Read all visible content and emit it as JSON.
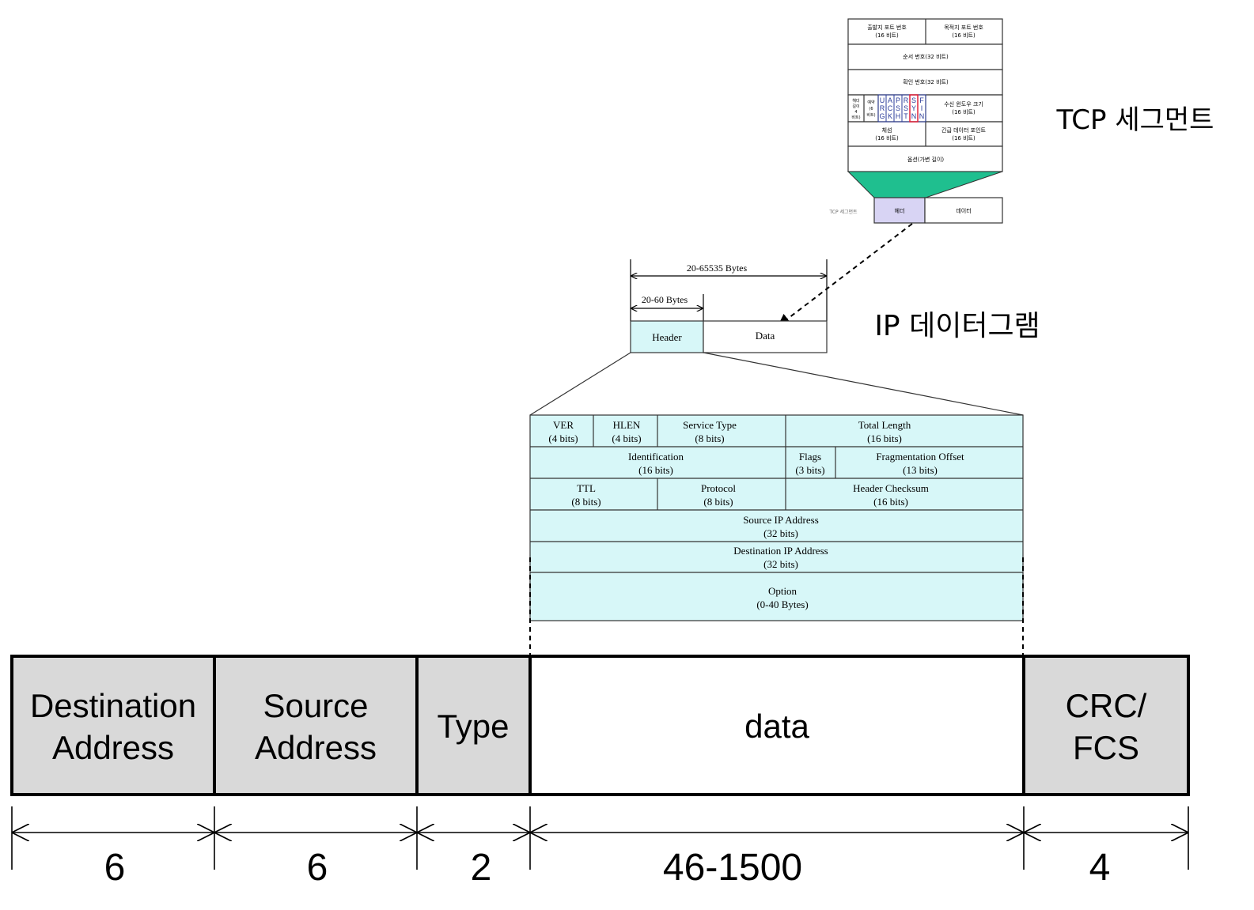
{
  "tcp": {
    "title": "TCP 세그먼트",
    "rows": [
      [
        "출발지 포트 번호",
        "(16 비트)",
        "목적지 포트 번호",
        "(16 비트)"
      ],
      [
        "순서 번호(32 비트)"
      ],
      [
        "확인 번호(32 비트)"
      ]
    ],
    "offset_cells": [
      "헤더",
      "길이",
      "4",
      "비트)"
    ],
    "reserved_cells": [
      "예약",
      "(6",
      "비트)"
    ],
    "flags": [
      "URG",
      "ACK",
      "PSH",
      "RST",
      "SYN",
      "FIN"
    ],
    "window": [
      "수신 윈도우 크기",
      "(16 비트)"
    ],
    "checksum": [
      "체섬",
      "(16 비트)"
    ],
    "urgent": [
      "긴급 데이터 포인트",
      "(16 비트)"
    ],
    "options": "옵션(가변 길이)",
    "segment_label": "TCP 세그먼트",
    "header_label": "헤더",
    "data_label": "데이터",
    "colors": {
      "header_fill": "#d8d4f4",
      "trapezoid": "#1fbf8f",
      "syn_border": "#e0203a",
      "letters": "#2a3b9a"
    }
  },
  "ip": {
    "title": "IP 데이터그램",
    "total_bytes": "20-65535 Bytes",
    "header_bytes": "20-60 Bytes",
    "header_label": "Header",
    "data_label": "Data",
    "fields": {
      "ver": [
        "VER",
        "(4 bits)"
      ],
      "hlen": [
        "HLEN",
        "(4 bits)"
      ],
      "service": [
        "Service Type",
        "(8 bits)"
      ],
      "total_length": [
        "Total Length",
        "(16 bits)"
      ],
      "identification": [
        "Identification",
        "(16 bits)"
      ],
      "flags": [
        "Flags",
        "(3 bits)"
      ],
      "frag_offset": [
        "Fragmentation Offset",
        "(13 bits)"
      ],
      "ttl": [
        "TTL",
        "(8 bits)"
      ],
      "protocol": [
        "Protocol",
        "(8 bits)"
      ],
      "checksum": [
        "Header Checksum",
        "(16 bits)"
      ],
      "src_ip": [
        "Source IP Address",
        "(32 bits)"
      ],
      "dst_ip": [
        "Destination IP Address",
        "(32 bits)"
      ],
      "option": [
        "Option",
        "(0-40 Bytes)"
      ]
    },
    "colors": {
      "cell_fill": "#d7f7f8"
    }
  },
  "ethernet": {
    "fields": [
      {
        "label": [
          "Destination",
          "Address"
        ],
        "size": "6"
      },
      {
        "label": [
          "Source",
          "Address"
        ],
        "size": "6"
      },
      {
        "label": [
          "Type"
        ],
        "size": "2"
      },
      {
        "label": [
          "data"
        ],
        "size": "46-1500"
      },
      {
        "label": [
          "CRC/",
          "FCS"
        ],
        "size": "4"
      }
    ],
    "colors": {
      "gray": "#d9d9d9",
      "white": "#ffffff"
    }
  }
}
